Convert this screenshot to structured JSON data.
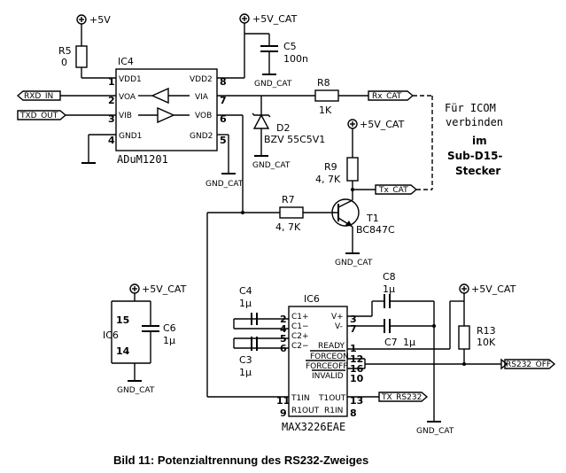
{
  "power": {
    "vcc": "+5V",
    "vcc_cat_c5": "+5V_CAT",
    "vcc_cat_t1": "+5V_CAT",
    "vcc_cat_c6": "+5V_CAT",
    "vcc_cat_r13": "+5V_CAT",
    "gnd_cat": "GND_CAT"
  },
  "ic4": {
    "ref": "IC4",
    "part": "ADuM1201",
    "pins": {
      "p1": {
        "num": "1",
        "name": "VDD1"
      },
      "p2": {
        "num": "2",
        "name": "VOA"
      },
      "p3": {
        "num": "3",
        "name": "VIB"
      },
      "p4": {
        "num": "4",
        "name": "GND1"
      },
      "p5": {
        "num": "5",
        "name": "GND2"
      },
      "p6": {
        "num": "6",
        "name": "VOB"
      },
      "p7": {
        "num": "7",
        "name": "VIA"
      },
      "p8": {
        "num": "8",
        "name": "VDD2"
      }
    }
  },
  "ic6": {
    "ref": "IC6",
    "part": "MAX3226EAE",
    "pins": {
      "p2": {
        "num": "2",
        "name": "C1+"
      },
      "p4": {
        "num": "4",
        "name": "C1−"
      },
      "p5": {
        "num": "5",
        "name": "C2+"
      },
      "p6": {
        "num": "6",
        "name": "C2−"
      },
      "p3": {
        "num": "3",
        "name": "V+"
      },
      "p7": {
        "num": "7",
        "name": "V-"
      },
      "p1": {
        "num": "1",
        "name": "READY"
      },
      "p12": {
        "num": "12",
        "name": "FORCEON"
      },
      "p16": {
        "num": "16",
        "name": "FORCEOFF"
      },
      "p10": {
        "num": "10",
        "name": "INVALID"
      },
      "p11": {
        "num": "11",
        "name": "T1IN"
      },
      "p13": {
        "num": "13",
        "name": "T1OUT"
      },
      "p9": {
        "num": "9",
        "name": "R1OUT"
      },
      "p8": {
        "num": "8",
        "name": "R1IN"
      }
    },
    "power_ref": "IC6",
    "power_pin15": "15",
    "power_pin14": "14"
  },
  "components": {
    "r5": {
      "ref": "R5",
      "value": "0"
    },
    "c5": {
      "ref": "C5",
      "value": "100n"
    },
    "r8": {
      "ref": "R8",
      "value": "1K"
    },
    "d2": {
      "ref": "D2",
      "value": "BZV 55C5V1"
    },
    "r9": {
      "ref": "R9",
      "value": "4, 7K"
    },
    "r7": {
      "ref": "R7",
      "value": "4, 7K"
    },
    "t1": {
      "ref": "T1",
      "value": "BC847C"
    },
    "c4": {
      "ref": "C4",
      "value": "1µ"
    },
    "c3": {
      "ref": "C3",
      "value": "1µ"
    },
    "c8": {
      "ref": "C8",
      "value": "1µ"
    },
    "c7": {
      "ref": "C7",
      "value": "1µ"
    },
    "c6": {
      "ref": "C6",
      "value": "1µ"
    },
    "r13": {
      "ref": "R13",
      "value": "10K"
    }
  },
  "nets": {
    "rxd_in": "RXD_IN",
    "txd_out": "TXD_OUT",
    "rx_cat": "Rx_CAT",
    "tx_cat": "Tx_CAT",
    "tx_rs232": "TX_RS232",
    "rs232_off": "RS232_OFF"
  },
  "note": {
    "line1": "Für ICOM",
    "line2": "verbinden",
    "line3": "im",
    "line4": "Sub-D15-",
    "line5": "Stecker"
  },
  "caption": "Bild 11: Potenzialtrennung des RS232-Zweiges"
}
